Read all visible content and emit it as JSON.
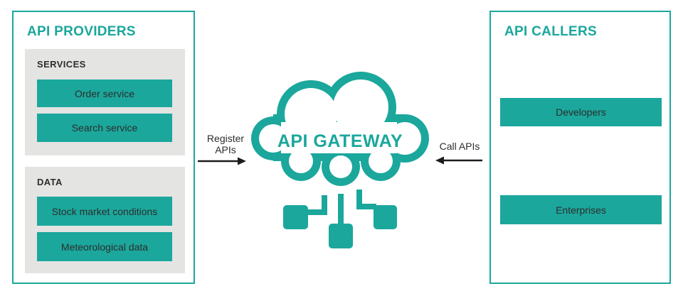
{
  "colors": {
    "teal": "#1BA79C",
    "group_bg": "#E4E4E3",
    "dark_text": "#2D2D2D",
    "arrow": "#1C1C1C",
    "white": "#FFFFFF"
  },
  "providers_panel": {
    "title": "API PROVIDERS",
    "services_group": {
      "label": "SERVICES",
      "items": [
        "Order service",
        "Search service"
      ]
    },
    "data_group": {
      "label": "DATA",
      "items": [
        "Stock market conditions",
        "Meteorological data"
      ]
    }
  },
  "gateway": {
    "label": "API GATEWAY"
  },
  "arrows": {
    "register": {
      "line1": "Register",
      "line2": "APIs"
    },
    "call": {
      "label": "Call APIs"
    }
  },
  "callers_panel": {
    "title": "API CALLERS",
    "items": [
      "Developers",
      "Enterprises"
    ]
  }
}
